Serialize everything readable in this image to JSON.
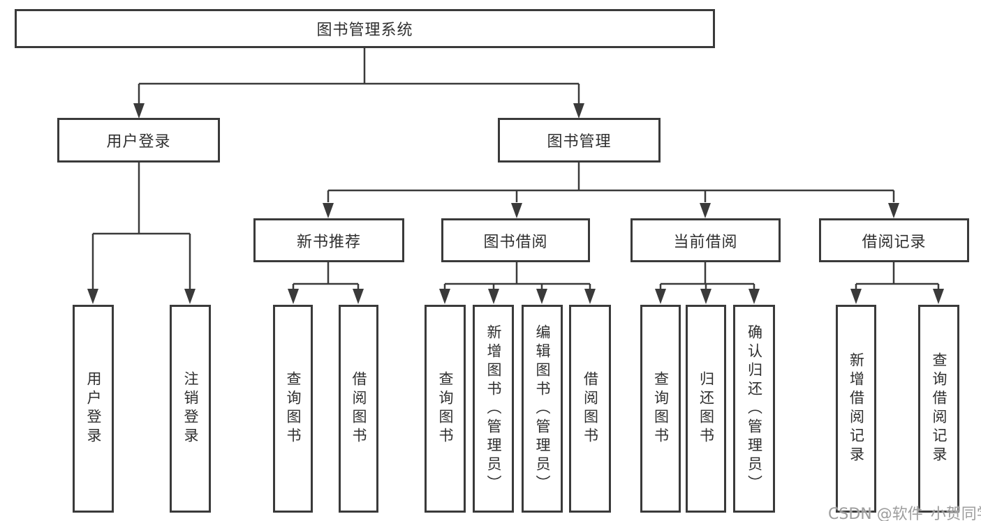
{
  "tree": {
    "label": "图书管理系统",
    "children": [
      {
        "label": "用户登录",
        "children": [
          {
            "label": "用户登录"
          },
          {
            "label": "注销登录"
          }
        ]
      },
      {
        "label": "图书管理",
        "children": [
          {
            "label": "新书推荐",
            "children": [
              {
                "label": "查询图书"
              },
              {
                "label": "借阅图书"
              }
            ]
          },
          {
            "label": "图书借阅",
            "children": [
              {
                "label": "查询图书"
              },
              {
                "label": "新增图书（管理员）"
              },
              {
                "label": "编辑图书（管理员）"
              },
              {
                "label": "借阅图书"
              }
            ]
          },
          {
            "label": "当前借阅",
            "children": [
              {
                "label": "查询图书"
              },
              {
                "label": "归还图书"
              },
              {
                "label": "确认归还（管理员）"
              }
            ]
          },
          {
            "label": "借阅记录",
            "children": [
              {
                "label": "新增借阅记录"
              },
              {
                "label": "查询借阅记录"
              }
            ]
          }
        ]
      }
    ]
  },
  "watermark": {
    "text": "CSDN @软件_小贺同学"
  },
  "colors": {
    "line": "#3a3a3a",
    "box_border": "#3a3a3a",
    "text": "#2f2f2f",
    "background": "#ffffff",
    "watermark": "#989898"
  }
}
